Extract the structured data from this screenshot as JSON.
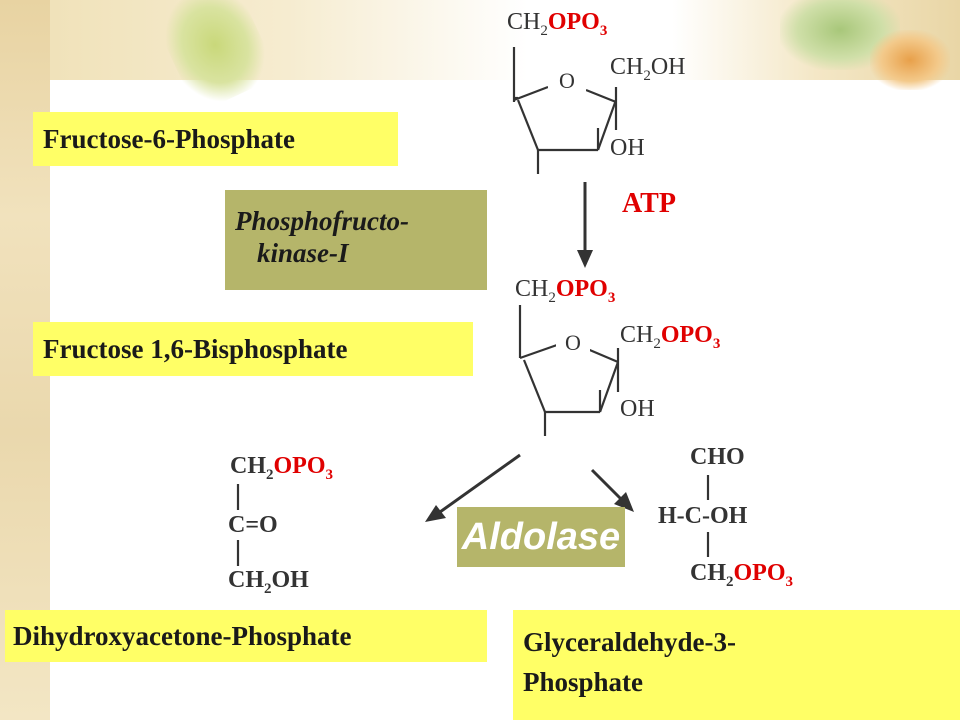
{
  "labels": {
    "f6p": "Fructose-6-Phosphate",
    "enzyme_line1": "Phosphofructo-",
    "enzyme_line2": "kinase-I",
    "f16bp": "Fructose 1,6-Bisphosphate",
    "aldolase": "Aldolase",
    "dhap": "Dihydroxyacetone-Phosphate",
    "g3p_line1": "Glyceraldehyde-3-",
    "g3p_line2": "Phosphate",
    "atp": "ATP"
  },
  "chem": {
    "ch2": "CH",
    "sub2": "2",
    "opo": "OPO",
    "sub3": "3",
    "oh_group": "OH",
    "ring_o": "O",
    "ch2oh_oh": "OH",
    "oh": "OH",
    "cho": "CHO",
    "hcoh": "H-C-OH",
    "co": "C=O"
  },
  "colors": {
    "label_yellow": "#ffff66",
    "label_olive": "#b5b56a",
    "phosphate_red": "#e00000",
    "text_dark": "#333333"
  }
}
